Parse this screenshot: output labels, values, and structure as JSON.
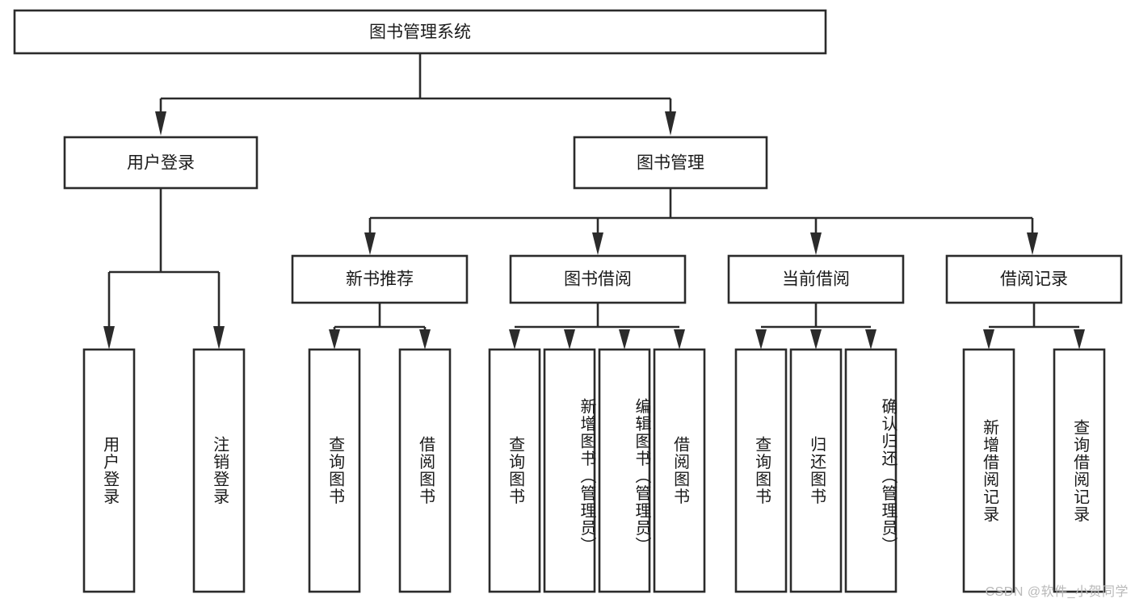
{
  "diagram": {
    "title": "图书管理系统",
    "type": "hierarchy-tree",
    "watermark": "CSDN @软件_小贺同学",
    "colors": {
      "stroke": "#2b2b2b",
      "box_fill": "#ffffff",
      "text": "#1a1a1a",
      "watermark": "#b9b9b9",
      "background": "#ffffff"
    },
    "root": {
      "label": "图书管理系统"
    },
    "level2": [
      {
        "label": "用户登录"
      },
      {
        "label": "图书管理"
      }
    ],
    "level3": [
      {
        "label": "新书推荐"
      },
      {
        "label": "图书借阅"
      },
      {
        "label": "当前借阅"
      },
      {
        "label": "借阅记录"
      }
    ],
    "leaves": {
      "user_login": [
        {
          "label": "用户登录"
        },
        {
          "label": "注销登录"
        }
      ],
      "new_book_recommend": [
        {
          "label": "查询图书"
        },
        {
          "label": "借阅图书"
        }
      ],
      "book_borrow": [
        {
          "label": "查询图书"
        },
        {
          "label": "新增图书（管理员）"
        },
        {
          "label": "编辑图书（管理员）"
        },
        {
          "label": "借阅图书"
        }
      ],
      "current_borrow": [
        {
          "label": "查询图书"
        },
        {
          "label": "归还图书"
        },
        {
          "label": "确认归还（管理员）"
        }
      ],
      "borrow_record": [
        {
          "label": "新增借阅记录"
        },
        {
          "label": "查询借阅记录"
        }
      ]
    }
  }
}
